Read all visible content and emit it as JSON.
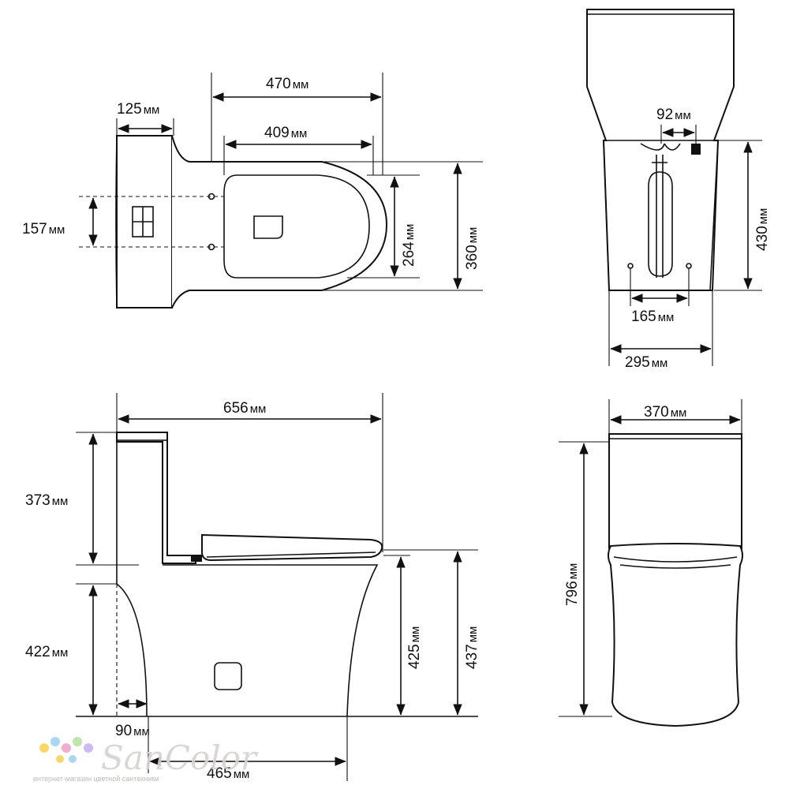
{
  "unit": "мм",
  "top_view": {
    "width_total": "470",
    "seat_length": "409",
    "tank_depth": "125",
    "bolt_spacing": "157",
    "seat_width": "264",
    "overall_width": "360"
  },
  "rear_view": {
    "inlet_offset": "92",
    "outlet_height": "430",
    "foot_spacing": "165",
    "base_width": "295"
  },
  "side_view": {
    "overall_length": "656",
    "tank_height": "373",
    "rough_height": "422",
    "seat_height": "425",
    "bowl_height": "437",
    "outlet_offset": "90",
    "drain_distance": "465"
  },
  "front_view": {
    "tank_width": "370",
    "total_height": "796"
  },
  "watermark": {
    "brand": "SanColor",
    "tagline": "интернет-магазин цветной сантехники"
  },
  "colors": {
    "line": "#111111",
    "watermark": "#d8d2d2",
    "dots": [
      "#f6d35b",
      "#9fd3f0",
      "#f2a4c8",
      "#b9e3a5",
      "#c8b3f2"
    ]
  }
}
